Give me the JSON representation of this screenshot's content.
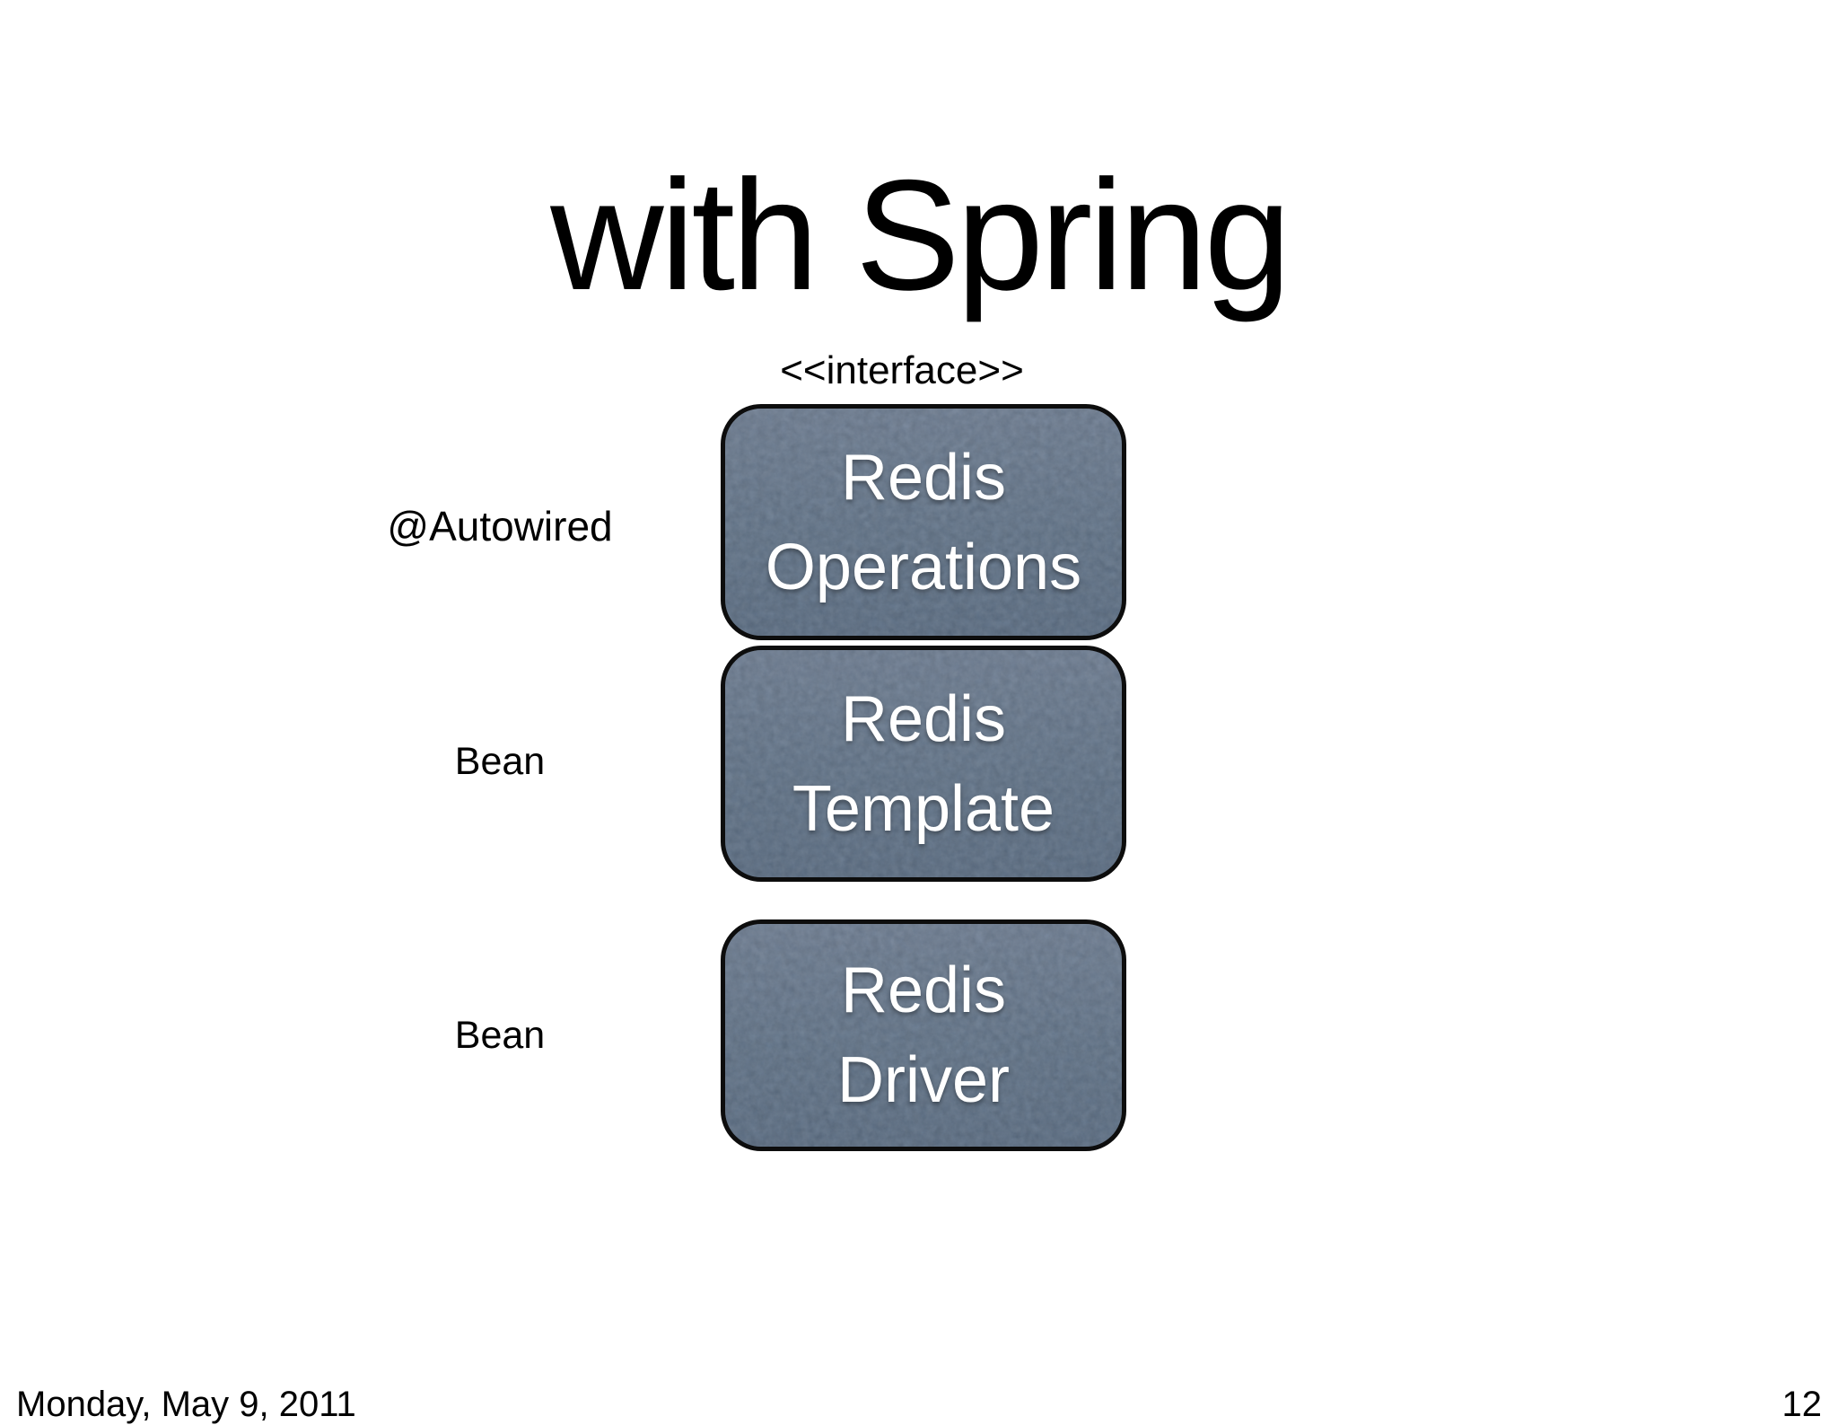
{
  "slide": {
    "title": "with Spring",
    "stereotype_label": "<<interface>>",
    "boxes": [
      {
        "line1": "Redis",
        "line2": "Operations"
      },
      {
        "line1": "Redis",
        "line2": "Template"
      },
      {
        "line1": "Redis",
        "line2": "Driver"
      }
    ],
    "annotations": [
      "@Autowired",
      "Bean",
      "Bean"
    ],
    "footer": {
      "date": "Monday, May 9, 2011",
      "page_number": "12"
    },
    "colors": {
      "background": "#ffffff",
      "text": "#000000",
      "box_fill_top": "#72839a",
      "box_fill": "#64788f",
      "box_fill_bottom": "#5d7189",
      "box_border": "#0d0d0d",
      "box_text": "#ffffff"
    }
  }
}
